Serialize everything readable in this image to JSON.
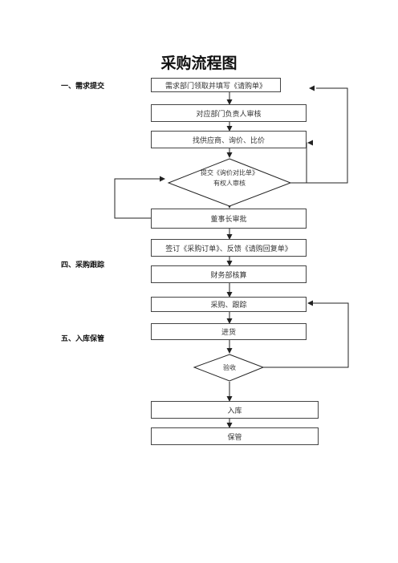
{
  "title": "采购流程图",
  "sections": {
    "s1": "一、需求提交",
    "s4": "四、采购跟踪",
    "s5": "五、入库保管"
  },
  "steps": {
    "fill_request": "需求部门领取并填写《请购单》",
    "dept_review": "对应部门负责人审核",
    "find_supplier": "找供应商、询价、比价",
    "submit_compare_1": "提交《询价对比单》",
    "submit_compare_2": "有权人审核",
    "chairman_approve": "董事长审批",
    "sign_order": "签订《采购订单》、反馈《请购回复单》",
    "finance_check": "财务部核算",
    "purchase_track": "采购、跟踪",
    "receive_goods": "进货",
    "inspect": "验收",
    "warehouse_in": "入库",
    "storage": "保管"
  }
}
